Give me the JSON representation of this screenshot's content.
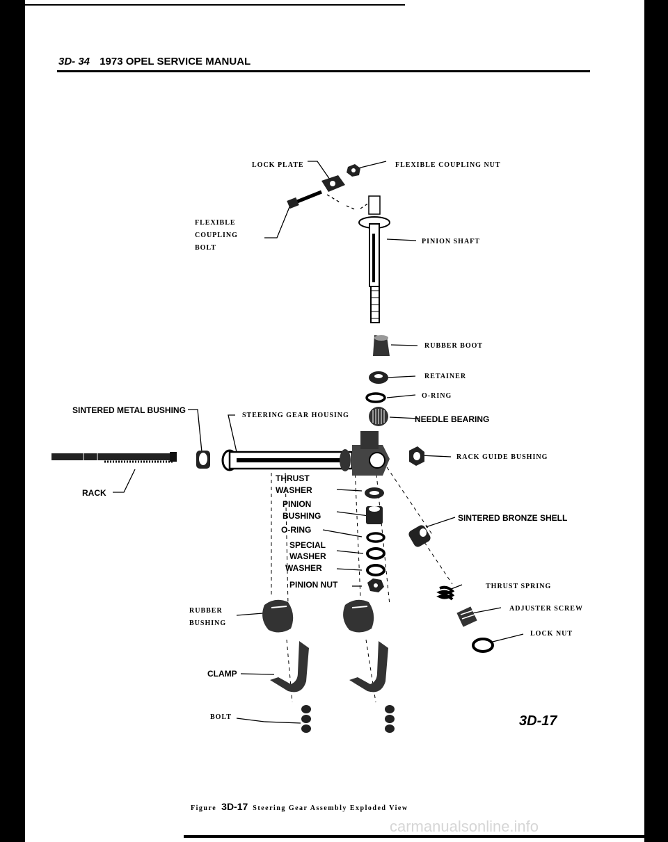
{
  "header": {
    "page_number": "3D- 34",
    "title": "1973 OPEL SERVICE MANUAL"
  },
  "labels": {
    "lock_plate": "LOCK PLATE",
    "flexible_coupling_nut": "FLEXIBLE COUPLING NUT",
    "flexible_coupling_bolt": [
      "FLEXIBLE",
      "COUPLING",
      "BOLT"
    ],
    "pinion_shaft": "PINION SHAFT",
    "rubber_boot": "RUBBER BOOT",
    "retainer": "RETAINER",
    "o_ring": "O-RING",
    "sintered_metal_bushing": "SINTERED METAL BUSHING",
    "steering_gear_housing": "STEERING GEAR HOUSING",
    "needle_bearing": "NEEDLE BEARING",
    "rack_guide_bushing": "RACK GUIDE BUSHING",
    "rack": "RACK",
    "thrust_washer": [
      "THRUST",
      "WASHER"
    ],
    "pinion_bushing": [
      "PINION",
      "BUSHING"
    ],
    "o_ring_2": "O-RING",
    "special_washer": [
      "SPECIAL",
      "WASHER"
    ],
    "washer": "WASHER",
    "pinion_nut": "PINION NUT",
    "sintered_bronze_shell": "SINTERED BRONZE SHELL",
    "thrust_spring": "THRUST SPRING",
    "adjuster_screw": "ADJUSTER SCREW",
    "lock_nut": "LOCK NUT",
    "rubber_bushing": [
      "RUBBER",
      "BUSHING"
    ],
    "clamp": "CLAMP",
    "bolt": "BOLT"
  },
  "figure_id": "3D-17",
  "caption": {
    "prefix": "Figure",
    "number": "3D-17",
    "text": "Steering Gear Assembly Exploded View"
  },
  "watermark": "carmanualsonline.info"
}
